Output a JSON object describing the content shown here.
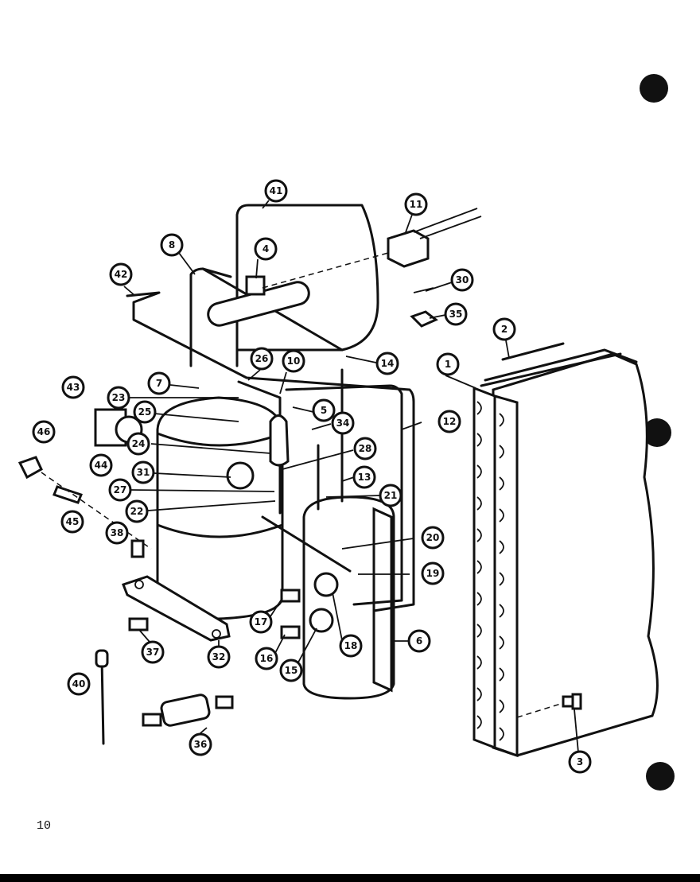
{
  "page": {
    "page_number": "10"
  },
  "callouts": [
    {
      "label": "41"
    },
    {
      "label": "11"
    },
    {
      "label": "8"
    },
    {
      "label": "4"
    },
    {
      "label": "42"
    },
    {
      "label": "30"
    },
    {
      "label": "35"
    },
    {
      "label": "2"
    },
    {
      "label": "26"
    },
    {
      "label": "10"
    },
    {
      "label": "14"
    },
    {
      "label": "1"
    },
    {
      "label": "7"
    },
    {
      "label": "43"
    },
    {
      "label": "23"
    },
    {
      "label": "25"
    },
    {
      "label": "5"
    },
    {
      "label": "34"
    },
    {
      "label": "12"
    },
    {
      "label": "46"
    },
    {
      "label": "24"
    },
    {
      "label": "44"
    },
    {
      "label": "28"
    },
    {
      "label": "31"
    },
    {
      "label": "13"
    },
    {
      "label": "27"
    },
    {
      "label": "21"
    },
    {
      "label": "22"
    },
    {
      "label": "45"
    },
    {
      "label": "38"
    },
    {
      "label": "20"
    },
    {
      "label": "19"
    },
    {
      "label": "17"
    },
    {
      "label": "18"
    },
    {
      "label": "6"
    },
    {
      "label": "16"
    },
    {
      "label": "15"
    },
    {
      "label": "37"
    },
    {
      "label": "32"
    },
    {
      "label": "40"
    },
    {
      "label": "36"
    },
    {
      "label": "3"
    }
  ]
}
